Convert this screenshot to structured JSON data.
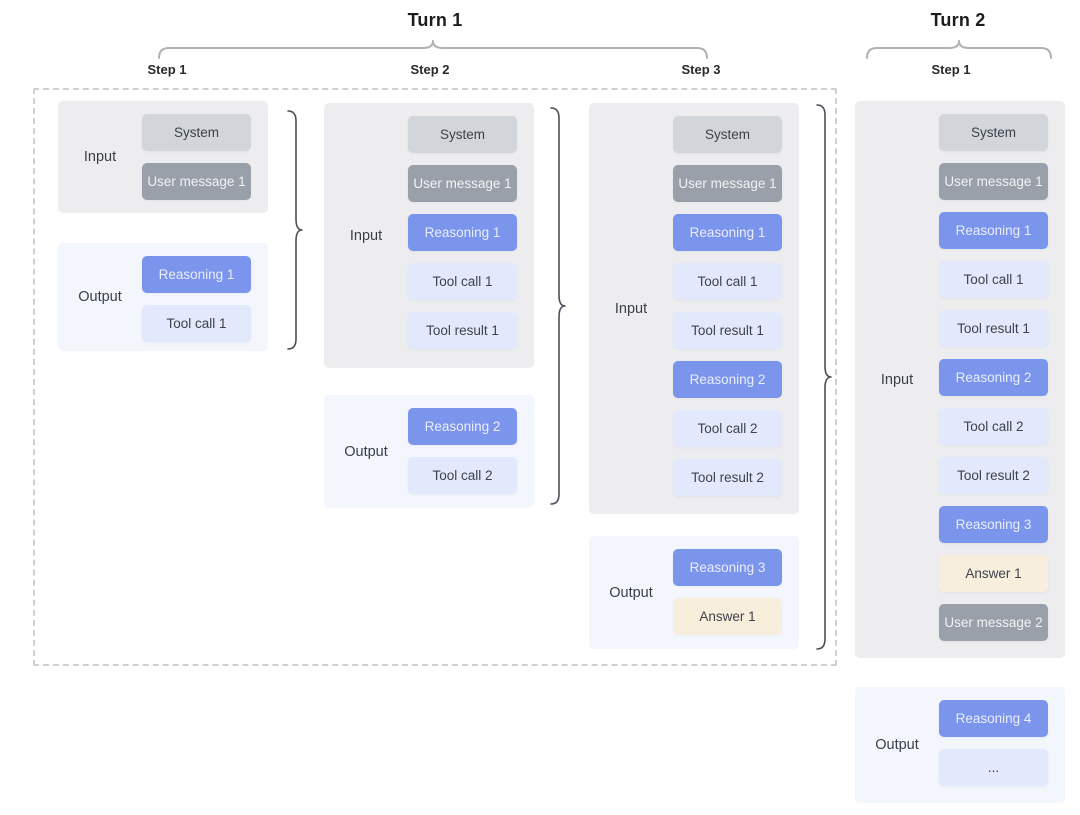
{
  "diagram": {
    "turn1": {
      "title": "Turn 1",
      "steps": [
        "Step 1",
        "Step 2",
        "Step 3"
      ]
    },
    "turn2": {
      "title": "Turn 2",
      "steps": [
        "Step 1"
      ]
    }
  },
  "labels": {
    "input": "Input",
    "output": "Output"
  },
  "colors": {
    "system_chip": "#d2d5d9",
    "user_message_chip": "#9aa0a9",
    "reasoning_chip": "#7b95ec",
    "tool_chip": "#e3e9fc",
    "answer_chip": "#f8eedc",
    "input_panel": "#ededef",
    "output_panel": "#f3f6fd",
    "brace": "#4b4f57",
    "turn_brace": "#b2b2b2"
  },
  "columns": [
    {
      "turn": "Turn 1",
      "step": "Step 1",
      "input": {
        "chips": [
          {
            "label": "System",
            "type": "system"
          },
          {
            "label": "User message 1",
            "type": "user"
          }
        ]
      },
      "output": {
        "chips": [
          {
            "label": "Reasoning 1",
            "type": "reasoning"
          },
          {
            "label": "Tool call 1",
            "type": "tool"
          }
        ]
      }
    },
    {
      "turn": "Turn 1",
      "step": "Step 2",
      "input": {
        "chips": [
          {
            "label": "System",
            "type": "system"
          },
          {
            "label": "User message 1",
            "type": "user"
          },
          {
            "label": "Reasoning 1",
            "type": "reasoning"
          },
          {
            "label": "Tool call 1",
            "type": "tool"
          },
          {
            "label": "Tool result 1",
            "type": "tool"
          }
        ]
      },
      "output": {
        "chips": [
          {
            "label": "Reasoning 2",
            "type": "reasoning"
          },
          {
            "label": "Tool call 2",
            "type": "tool"
          }
        ]
      }
    },
    {
      "turn": "Turn 1",
      "step": "Step 3",
      "input": {
        "chips": [
          {
            "label": "System",
            "type": "system"
          },
          {
            "label": "User message 1",
            "type": "user"
          },
          {
            "label": "Reasoning 1",
            "type": "reasoning"
          },
          {
            "label": "Tool call 1",
            "type": "tool"
          },
          {
            "label": "Tool result 1",
            "type": "tool"
          },
          {
            "label": "Reasoning 2",
            "type": "reasoning"
          },
          {
            "label": "Tool call 2",
            "type": "tool"
          },
          {
            "label": "Tool result 2",
            "type": "tool"
          }
        ]
      },
      "output": {
        "chips": [
          {
            "label": "Reasoning 3",
            "type": "reasoning"
          },
          {
            "label": "Answer 1",
            "type": "answer"
          }
        ]
      }
    },
    {
      "turn": "Turn 2",
      "step": "Step 1",
      "input": {
        "chips": [
          {
            "label": "System",
            "type": "system"
          },
          {
            "label": "User message 1",
            "type": "user"
          },
          {
            "label": "Reasoning 1",
            "type": "reasoning"
          },
          {
            "label": "Tool call 1",
            "type": "tool"
          },
          {
            "label": "Tool result 1",
            "type": "tool"
          },
          {
            "label": "Reasoning 2",
            "type": "reasoning"
          },
          {
            "label": "Tool call 2",
            "type": "tool"
          },
          {
            "label": "Tool result 2",
            "type": "tool"
          },
          {
            "label": "Reasoning 3",
            "type": "reasoning"
          },
          {
            "label": "Answer 1",
            "type": "answer"
          },
          {
            "label": "User message 2",
            "type": "user"
          }
        ]
      },
      "output": {
        "chips": [
          {
            "label": "Reasoning 4",
            "type": "reasoning"
          },
          {
            "label": "...",
            "type": "tool"
          }
        ]
      }
    }
  ]
}
